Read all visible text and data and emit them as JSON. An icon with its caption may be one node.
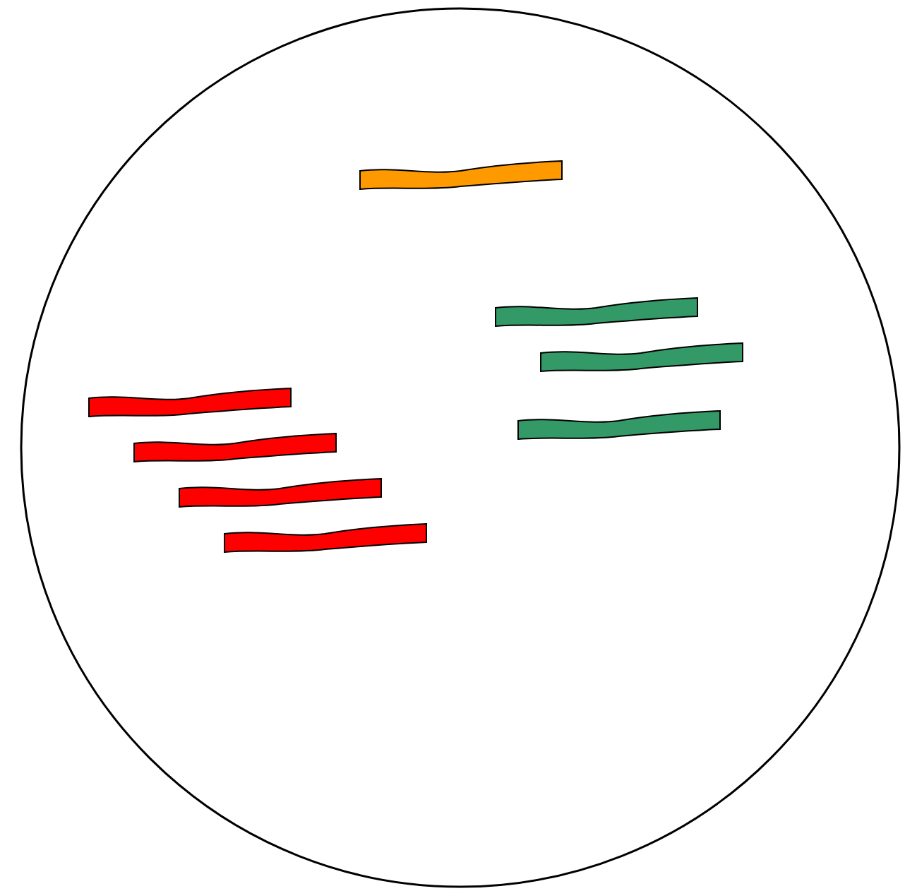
{
  "diagram": {
    "nodes": [
      {
        "text": [],
        "shape": "circle"
      },
      {
        "text": [],
        "shape": "bar",
        "in": 0
      },
      {
        "text": [],
        "shape": "bar",
        "in": 0
      },
      {
        "text": [],
        "shape": "bar",
        "in": 0
      },
      {
        "text": [],
        "shape": "bar",
        "in": 0
      },
      {
        "text": [],
        "shape": "bar",
        "in": 0
      },
      {
        "text": [],
        "shape": "bar",
        "in": 0
      },
      {
        "text": [],
        "shape": "bar",
        "in": 0
      },
      {
        "text": [],
        "shape": "bar",
        "in": 0
      }
    ]
  }
}
